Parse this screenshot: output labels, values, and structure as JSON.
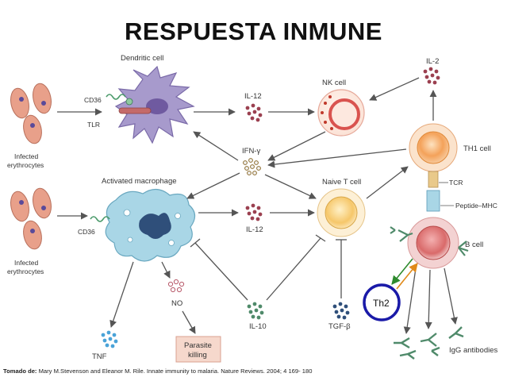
{
  "title": "RESPUESTA INMUNE",
  "labels": {
    "dendritic_cell": "Dendritic cell",
    "cd36_top": "CD36",
    "tlr": "TLR",
    "infected_top_1": "Infected",
    "infected_top_2": "erythrocytes",
    "il12_top": "IL-12",
    "ifn": "IFN-γ",
    "nk_cell": "NK cell",
    "il2": "IL-2",
    "th1_cell": "TH1 cell",
    "tcr": "TCR",
    "peptide_mhc": "Peptide–MHC",
    "activated_macrophage": "Activated macrophage",
    "cd36_bottom": "CD36",
    "infected_bottom_1": "Infected",
    "infected_bottom_2": "erythrocytes",
    "il12_bottom": "IL-12",
    "naive_t_cell": "Naive T cell",
    "b_cell": "B cell",
    "no": "NO",
    "parasite_killing_1": "Parasite",
    "parasite_killing_2": "killing",
    "tnf": "TNF",
    "il10": "IL-10",
    "tgf": "TGF-β",
    "th2": "Th2",
    "igg": "IgG antibodies"
  },
  "citation": {
    "prefix": "Tomado de:",
    "text": "Mary M.Stevenson and Eleanor M. Rile. Innate immunity to malaria. Nature Reviews. 2004; 4 169- 180"
  },
  "colors": {
    "erythrocyte": "#e8a08a",
    "dendritic": "#a79acc",
    "macrophage": "#a9d6e6",
    "nk_ring": "#d9534f",
    "th1": "#f4a25a",
    "naive_t": "#f6c76a",
    "b_cell": "#d96a6a",
    "antibody": "#4f8a6a",
    "cytokine": "#9b4050",
    "th2_circle": "#1a1aa8",
    "arrow": "#555555",
    "arrow_green": "#2e8b2e",
    "arrow_orange": "#e08a1a"
  }
}
